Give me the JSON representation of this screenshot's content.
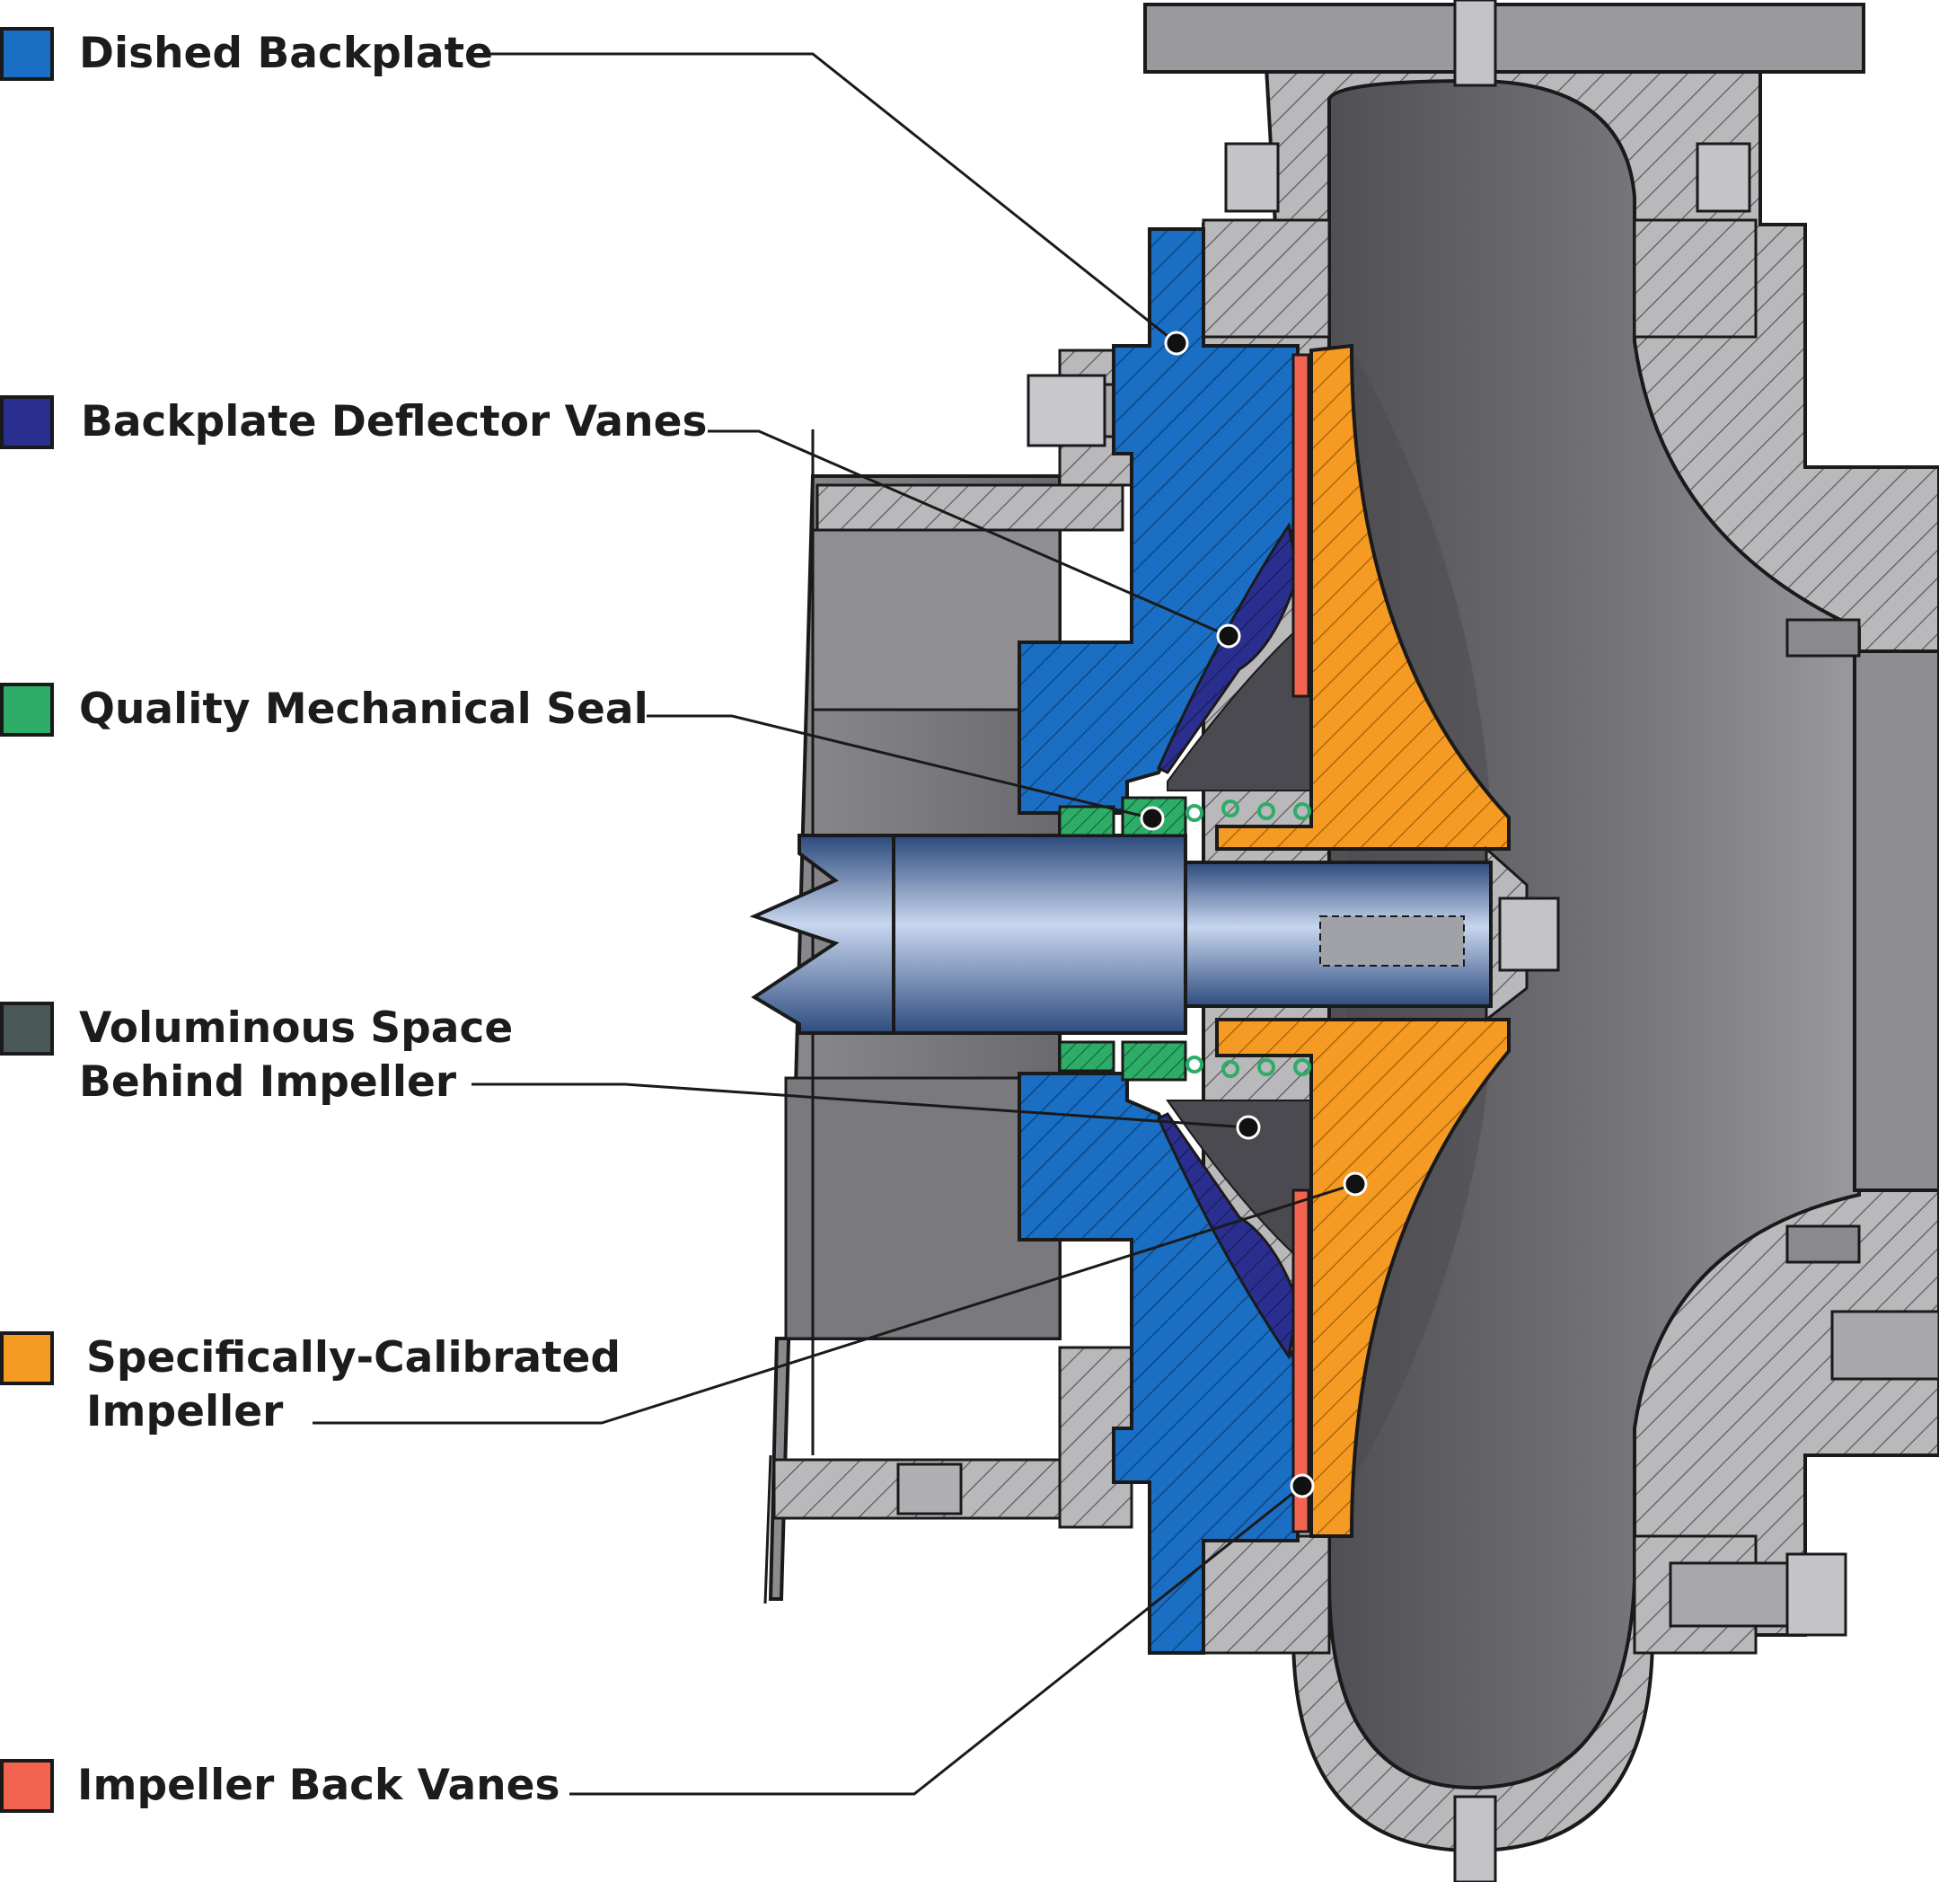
{
  "legend": {
    "items": [
      {
        "id": "dished-backplate",
        "label_lines": [
          "Dished Backplate"
        ],
        "color": "#1a6fc4"
      },
      {
        "id": "backplate-deflector-vanes",
        "label_lines": [
          "Backplate Deflector Vanes"
        ],
        "color": "#2a2f8f"
      },
      {
        "id": "quality-mechanical-seal",
        "label_lines": [
          "Quality Mechanical Seal"
        ],
        "color": "#2dad67"
      },
      {
        "id": "voluminous-space",
        "label_lines": [
          "Voluminous Space",
          "Behind Impeller"
        ],
        "color": "#4a5858"
      },
      {
        "id": "specifically-calibrated-impeller",
        "label_lines": [
          "Specifically-Calibrated",
          "Impeller"
        ],
        "color": "#f59a22"
      },
      {
        "id": "impeller-back-vanes",
        "label_lines": [
          "Impeller Back Vanes"
        ],
        "color": "#f26450"
      }
    ]
  },
  "palette": {
    "casing_gray": "#b7b7b9",
    "interior_dark": "#5c5c60",
    "frame_gray": "#8a8a8e",
    "outline": "#1a1a1a",
    "shaft_blue": "#5d7fb5"
  }
}
